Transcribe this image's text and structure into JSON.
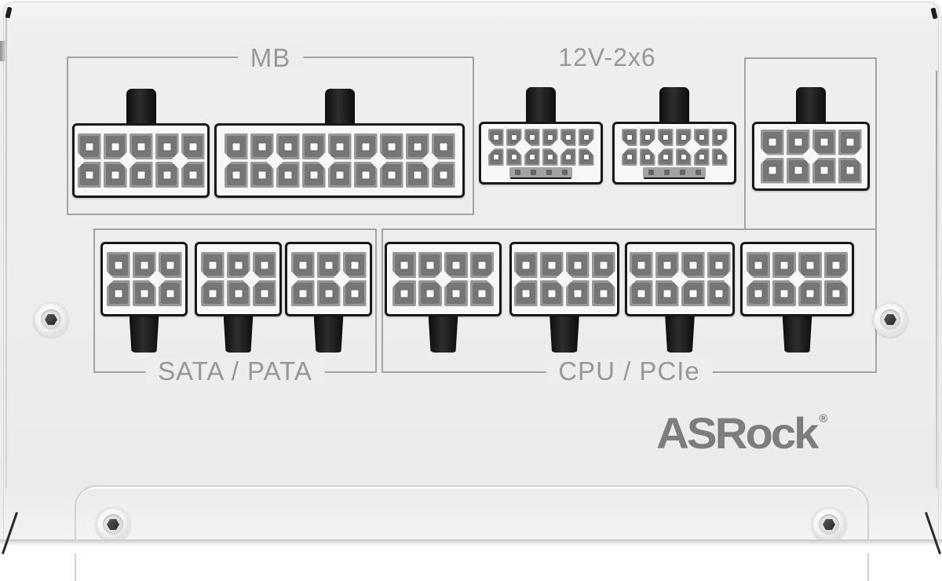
{
  "panel": {
    "type": "psu-modular-connector-panel",
    "finish_color": "#ecedec",
    "outline_color": "#a2a3a2",
    "label_color": "#979897"
  },
  "sections": {
    "mb": {
      "label": "MB"
    },
    "v12": {
      "label": "12V-2x6"
    },
    "sata": {
      "label": "SATA / PATA"
    },
    "cpu": {
      "label": "CPU / PCIe"
    }
  },
  "logo": {
    "brand": "ASRock",
    "registered": "®"
  },
  "connectors": {
    "mb10": {
      "group": "MB",
      "rows": 2,
      "cols": 5,
      "pin_size": "big",
      "clip": "top",
      "sense": false
    },
    "mb18": {
      "group": "MB",
      "rows": 2,
      "cols": 9,
      "pin_size": "big",
      "clip": "top",
      "sense": false
    },
    "12v1": {
      "group": "12V-2x6",
      "rows": 2,
      "cols": 6,
      "pin_size": "small",
      "clip": "top",
      "sense": true
    },
    "12v2": {
      "group": "12V-2x6",
      "rows": 2,
      "cols": 6,
      "pin_size": "small",
      "clip": "top",
      "sense": true
    },
    "atx8": {
      "group": "8-pin",
      "rows": 2,
      "cols": 4,
      "pin_size": "big",
      "clip": "top",
      "sense": false
    },
    "sata1": {
      "group": "SATA/PATA",
      "rows": 2,
      "cols": 3,
      "pin_size": "big",
      "clip": "bottom",
      "sense": false
    },
    "sata2": {
      "group": "SATA/PATA",
      "rows": 2,
      "cols": 3,
      "pin_size": "big",
      "clip": "bottom",
      "sense": false
    },
    "sata3": {
      "group": "SATA/PATA",
      "rows": 2,
      "cols": 3,
      "pin_size": "big",
      "clip": "bottom",
      "sense": false
    },
    "cpu1": {
      "group": "CPU/PCIe",
      "rows": 2,
      "cols": 4,
      "pin_size": "big",
      "clip": "bottom",
      "sense": false
    },
    "cpu2": {
      "group": "CPU/PCIe",
      "rows": 2,
      "cols": 4,
      "pin_size": "big",
      "clip": "bottom",
      "sense": false
    },
    "cpu3": {
      "group": "CPU/PCIe",
      "rows": 2,
      "cols": 4,
      "pin_size": "big",
      "clip": "bottom",
      "sense": false
    },
    "cpu4": {
      "group": "CPU/PCIe",
      "rows": 2,
      "cols": 4,
      "pin_size": "big",
      "clip": "bottom",
      "sense": false
    }
  },
  "screws": {
    "count": 4
  }
}
